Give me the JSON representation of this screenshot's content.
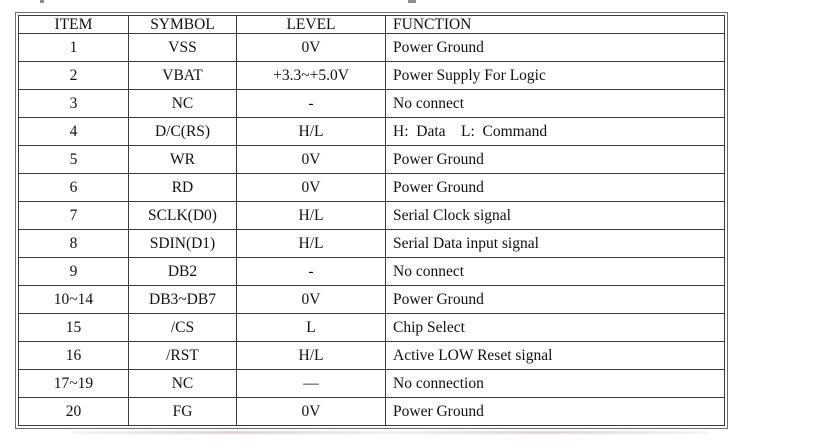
{
  "colors": {
    "grid_line": "#3c3c3c",
    "outer_border": "#6e6e6e",
    "text": "#111111",
    "background": "#ffffff"
  },
  "table": {
    "columns": [
      "ITEM",
      "SYMBOL",
      "LEVEL",
      "FUNCTION"
    ],
    "rows": [
      {
        "item": "1",
        "symbol": "VSS",
        "level": "0V",
        "function": "Power Ground"
      },
      {
        "item": "2",
        "symbol": "VBAT",
        "level": "+3.3~+5.0V",
        "function": "Power Supply For Logic"
      },
      {
        "item": "3",
        "symbol": "NC",
        "level": "-",
        "function": "No connect"
      },
      {
        "item": "4",
        "symbol": "D/C(RS)",
        "level": "H/L",
        "function": "H:  Data    L:  Command"
      },
      {
        "item": "5",
        "symbol": "WR",
        "level": "0V",
        "function": "Power Ground"
      },
      {
        "item": "6",
        "symbol": "RD",
        "level": "0V",
        "function": "Power Ground"
      },
      {
        "item": "7",
        "symbol": "SCLK(D0)",
        "level": "H/L",
        "function": "Serial Clock signal"
      },
      {
        "item": "8",
        "symbol": "SDIN(D1)",
        "level": "H/L",
        "function": "Serial Data input signal"
      },
      {
        "item": "9",
        "symbol": "DB2",
        "level": "-",
        "function": "No connect"
      },
      {
        "item": "10~14",
        "symbol": "DB3~DB7",
        "level": "0V",
        "function": "Power Ground"
      },
      {
        "item": "15",
        "symbol": "/CS",
        "level": "L",
        "function": "Chip Select"
      },
      {
        "item": "16",
        "symbol": "/RST",
        "level": "H/L",
        "function": "Active LOW Reset signal"
      },
      {
        "item": "17~19",
        "symbol": "NC",
        "level": "—",
        "function": "No connection"
      },
      {
        "item": "20",
        "symbol": "FG",
        "level": "0V",
        "function": "Power Ground"
      }
    ]
  }
}
